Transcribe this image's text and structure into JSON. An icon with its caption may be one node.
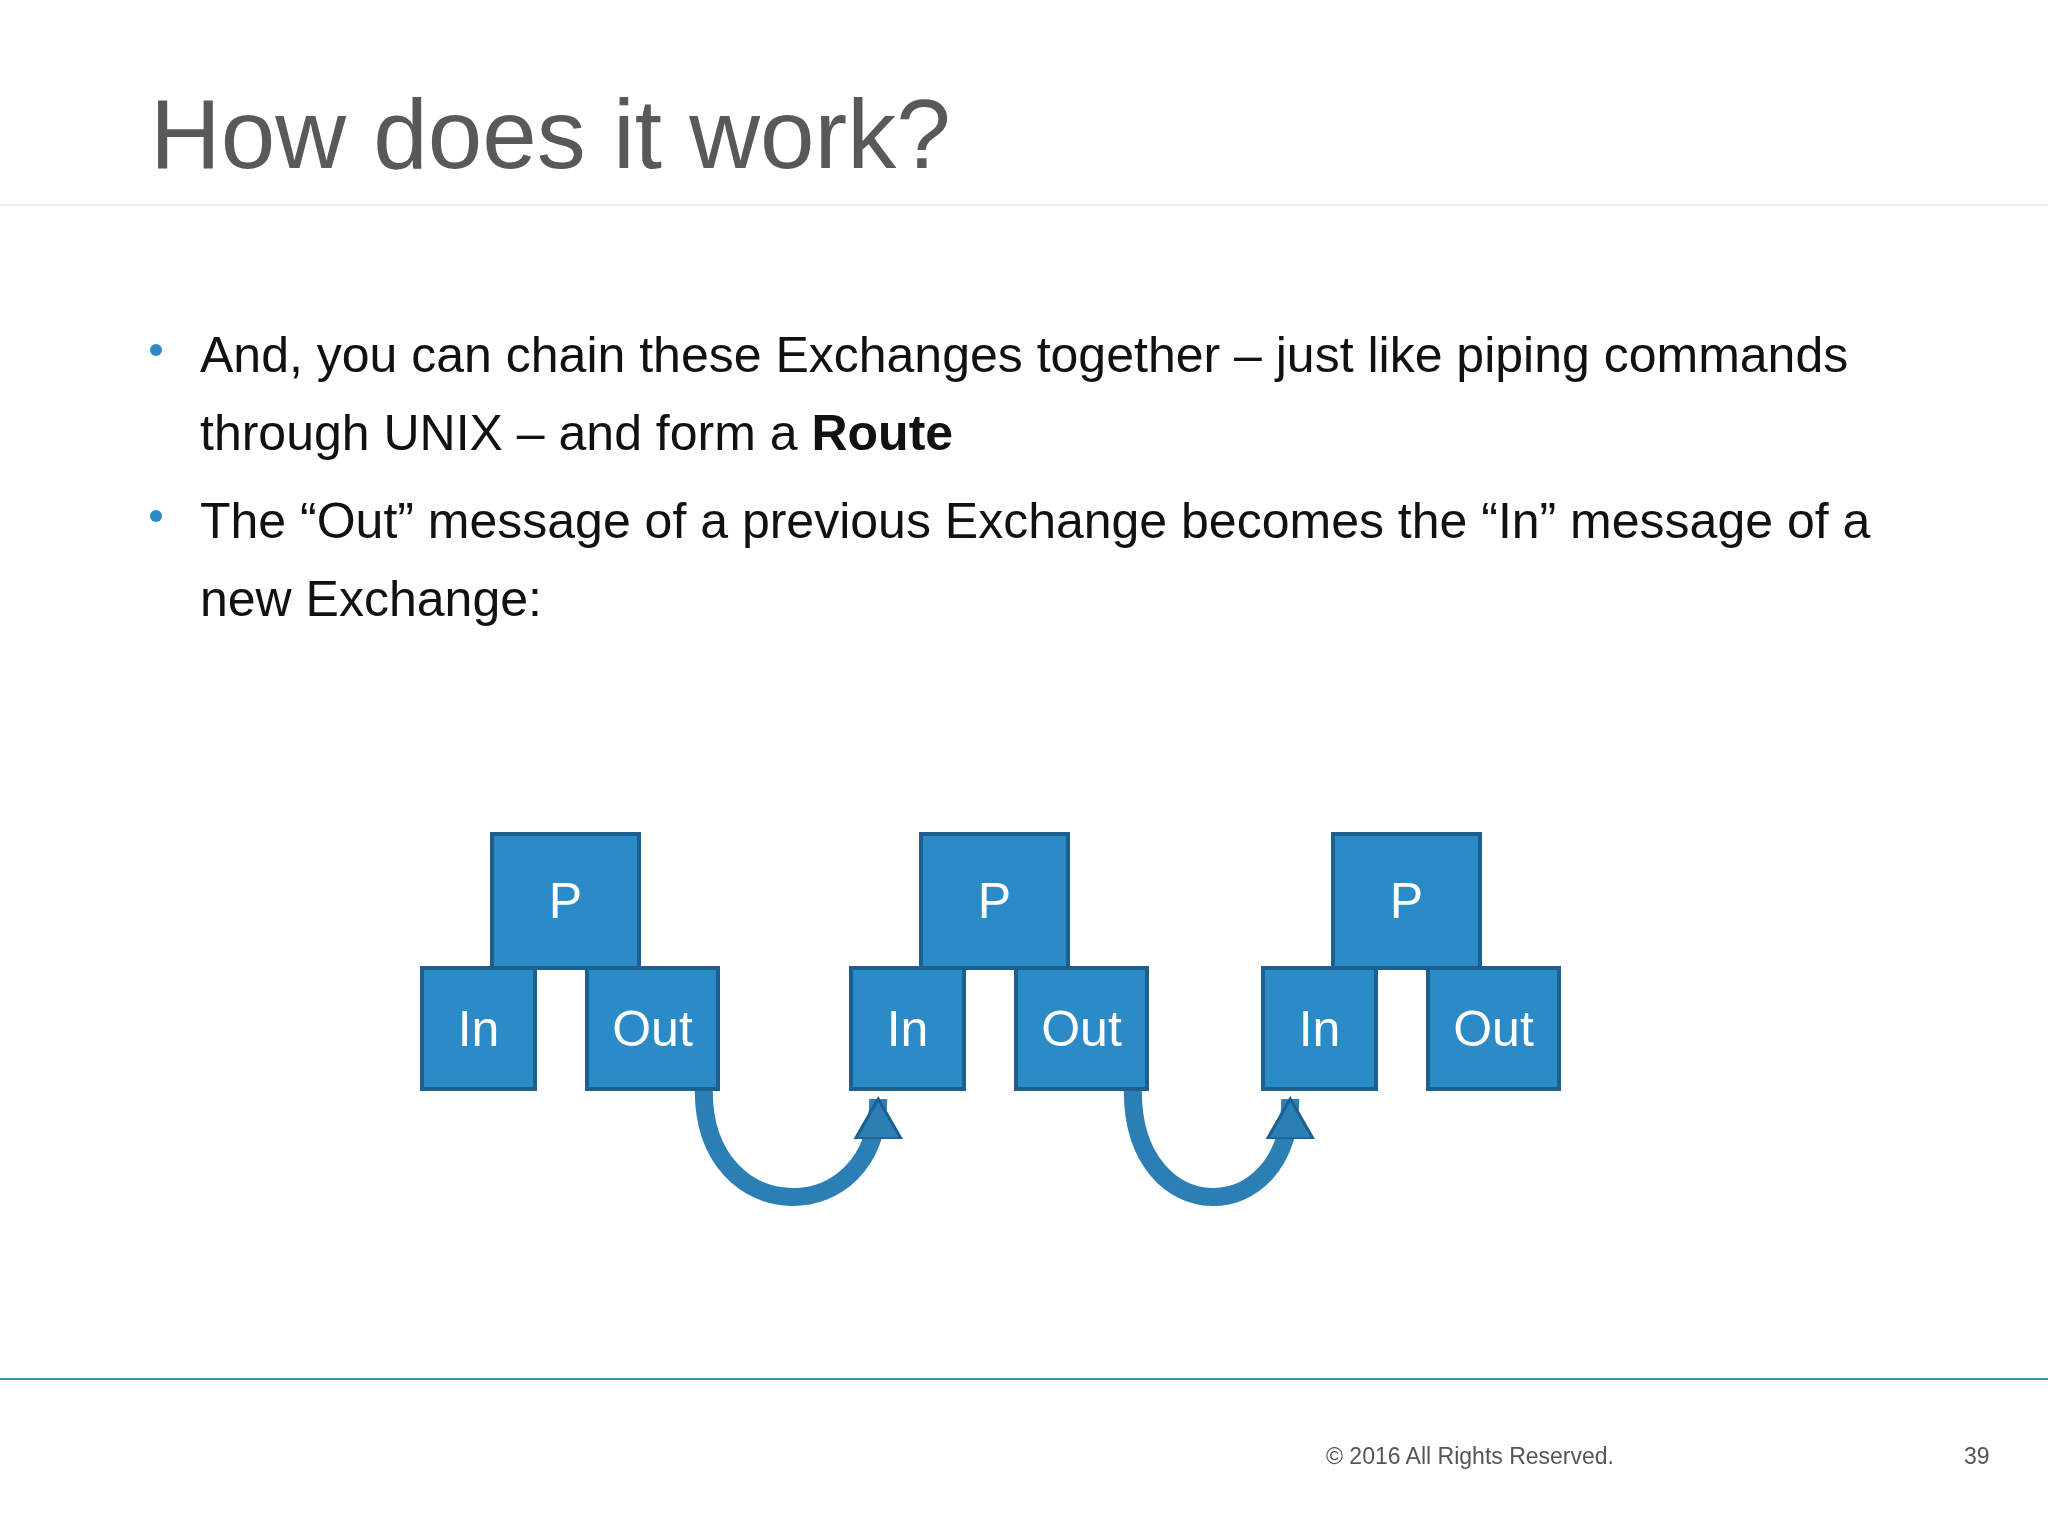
{
  "diagram": {
    "title": "How does it work?",
    "nodes": [
      {
        "text": [
          "P"
        ]
      },
      {
        "text": [
          "In"
        ]
      },
      {
        "text": [
          "Out"
        ]
      },
      {
        "text": [
          "P"
        ]
      },
      {
        "text": [
          "In"
        ]
      },
      {
        "text": [
          "Out"
        ]
      },
      {
        "text": [
          "P"
        ]
      },
      {
        "text": [
          "In"
        ]
      },
      {
        "text": [
          "Out"
        ]
      }
    ],
    "edges": [
      {
        "from": 2,
        "to": 4,
        "arrow": "to"
      },
      {
        "from": 5,
        "to": 7,
        "arrow": "to"
      }
    ],
    "labels": [
      "And, you can chain these Exchanges together – just like piping commands through UNIX – and form a **Route**",
      "The “Out” message of a previous Exchange becomes the “In” message of a new Exchange:",
      "© 2016 All Rights Reserved.",
      "39"
    ]
  }
}
